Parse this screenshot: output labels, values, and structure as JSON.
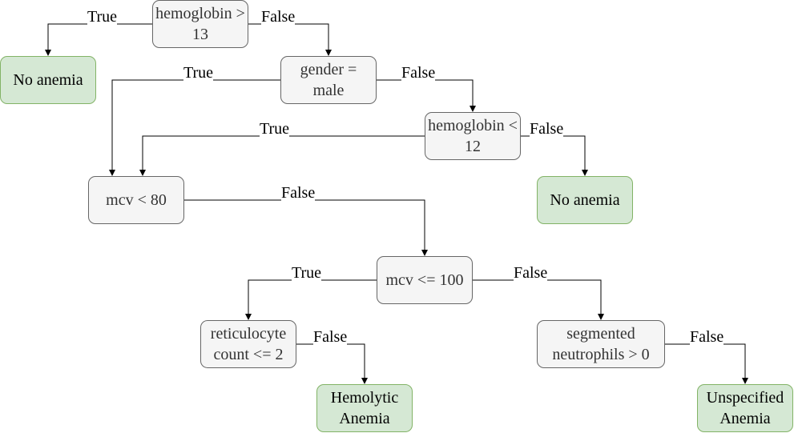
{
  "nodes": {
    "hb13": "hemoglobin > 13",
    "no_anemia_1": "No anemia",
    "gender": "gender = male",
    "hb12": "hemoglobin < 12",
    "no_anemia_2": "No anemia",
    "mcv80": "mcv < 80",
    "mcv100": "mcv <= 100",
    "retic": "reticulocyte count <= 2",
    "hemolytic": "Hemolytic Anemia",
    "neutro": "segmented neutrophils > 0",
    "unspecified": "Unspecified Anemia"
  },
  "edge_labels": {
    "true": "True",
    "false": "False"
  },
  "colors": {
    "decision_fill": "#f5f5f5",
    "decision_stroke": "#666666",
    "leaf_fill": "#d5e8d4",
    "leaf_stroke": "#82b366"
  }
}
